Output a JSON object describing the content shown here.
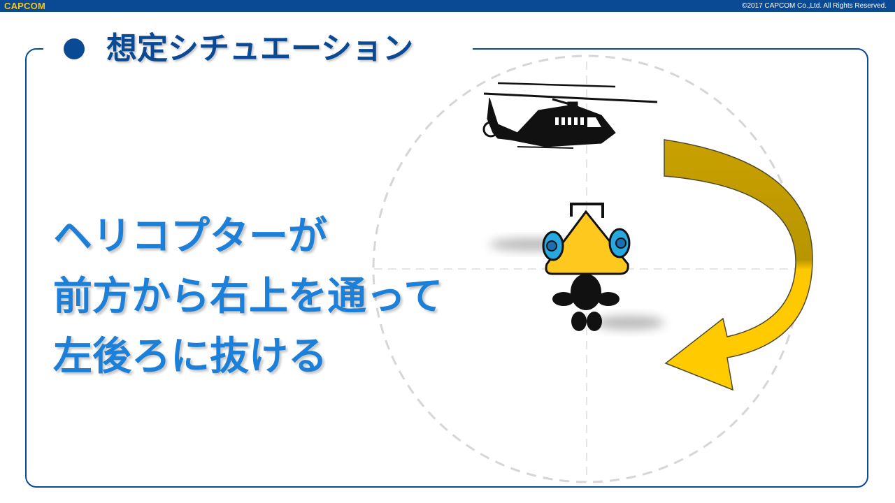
{
  "header": {
    "logo": "CAPCOM",
    "copyright": "©2017 CAPCOM Co.,Ltd. All Rights Reserved."
  },
  "slide": {
    "title": "想定シチュエーション",
    "body_lines": [
      "ヘリコプターが",
      "前方から右上を通って",
      "左後ろに抜ける"
    ]
  },
  "colors": {
    "brand_blue": "#0a4a94",
    "text_blue": "#1d80d8",
    "arrow_gold": "#c9a000",
    "arrow_yellow": "#ffc800",
    "headphone_cyan": "#29a8e0"
  },
  "icons": {
    "helicopter": "helicopter-icon",
    "character": "listener-character-icon",
    "arrow": "curved-arrow-icon"
  }
}
